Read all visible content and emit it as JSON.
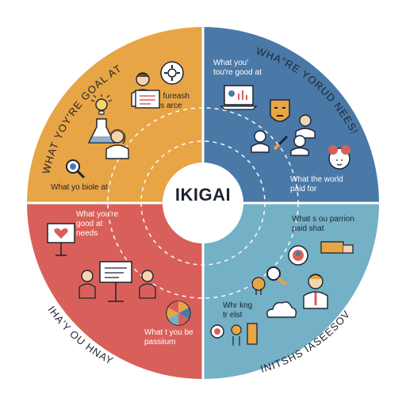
{
  "center": {
    "title": "IKIGAI"
  },
  "outer": {
    "top_left": "WHAT YOY'RE GOAL AT",
    "top_right": "WHA\"RE YORUD NEES!",
    "bottom_left": "IHA'Y OU HNAY",
    "bottom_right": "INITSHS IASEESOV"
  },
  "quadrants": {
    "top_left": {
      "note_line1": "I  fureash",
      "note_line2": "is arce",
      "bottom": "What yo biole  at"
    },
    "top_right": {
      "line1": "What you'",
      "line2": "tou're good at",
      "bottom_line1": "What the world",
      "bottom_line2": "paid for"
    },
    "bottom_left": {
      "line1": "What you're",
      "line2": "good at",
      "line3": "needs",
      "bottom_line1": "What t you be",
      "bottom_line2": "passiium"
    },
    "bottom_right": {
      "line1": "What s ou parrion",
      "line2": "paid shat",
      "bottom_line1": "Whr kng",
      "bottom_line2": "tr elst"
    }
  },
  "icons": {
    "top_left": [
      "gears-icon",
      "teacher-icon",
      "lightbulb-icon",
      "flask-icon",
      "woman-icon",
      "magnifier-icon"
    ],
    "top_right": [
      "laptop-icon",
      "mask-icon",
      "people-icon",
      "brush-icon",
      "face-icon"
    ],
    "bottom_left": [
      "heart-sign-icon",
      "meeting-icon",
      "wheel-icon"
    ],
    "bottom_right": [
      "target-icon",
      "hand-icon",
      "person-icon",
      "cloud-icon",
      "people-icon"
    ]
  },
  "colors": {
    "top_left": "#e8a545",
    "top_right": "#4a79a8",
    "bottom_left": "#d9605a",
    "bottom_right": "#74b0c6",
    "outline": "#1d2430"
  }
}
